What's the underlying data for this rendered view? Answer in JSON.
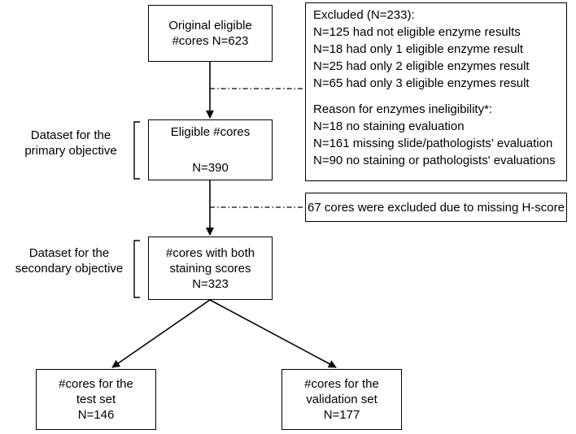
{
  "boxes": {
    "original": {
      "line1": "Original eligible",
      "line2": "#cores N=623"
    },
    "eligible": {
      "line1": "Eligible #cores",
      "line2": "N=390"
    },
    "both_scores": {
      "line1": "#cores with both",
      "line2": "staining scores",
      "line3": "N=323"
    },
    "test_set": {
      "line1": "#cores for the",
      "line2": "test set",
      "line3": "N=146"
    },
    "validation_set": {
      "line1": "#cores for the",
      "line2": "validation set",
      "line3": "N=177"
    }
  },
  "excluded": {
    "title": "Excluded (N=233):",
    "lines": [
      "N=125 had not eligible enzyme results",
      "N=18 had only 1 eligible enzyme result",
      "N=25 had only 2 eligible enzymes result",
      "N=65 had only 3 eligible enzymes result"
    ],
    "reason_title": "Reason for enzymes ineligibility*:",
    "reasons": [
      "N=18 no staining evaluation",
      "N=161 missing slide/pathologists' evaluation",
      "N=90 no staining or pathologists' evaluations"
    ]
  },
  "excluded_hscore": "67 cores were excluded due to missing H-score",
  "side_labels": {
    "primary": {
      "line1": "Dataset for the",
      "line2": "primary objective"
    },
    "secondary": {
      "line1": "Dataset for the",
      "line2": "secondary objective"
    }
  }
}
